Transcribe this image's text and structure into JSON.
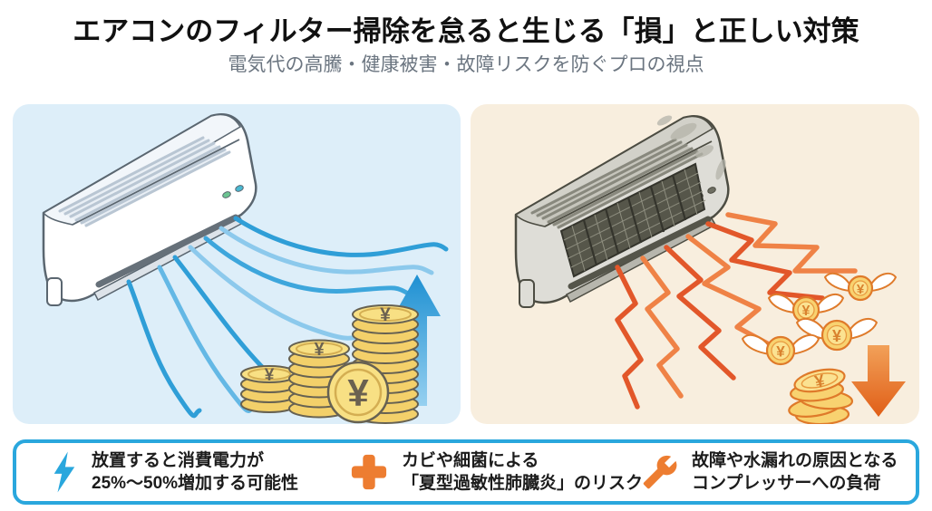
{
  "header": {
    "title": "エアコンのフィルター掃除を怠ると生じる「損」と正しい対策",
    "subtitle": "電気代の高騰・健康被害・故障リスクを防ぐプロの視点"
  },
  "coins": {
    "symbol": "¥"
  },
  "colors": {
    "accent_blue": "#2aa7dd",
    "accent_orange": "#ed7d31",
    "zigzag_red": "#e2572a",
    "left_panel_bg": "#ddeef9",
    "right_panel_bg": "#f8eede",
    "coin_gold": "#f8d270",
    "arrow_up_blue": "#1e90d2",
    "arrow_down_orange": "#e05e17"
  },
  "footer": {
    "items": [
      {
        "icon": "lightning-icon",
        "lines": [
          "放置すると消費電力が",
          "25%〜50%増加する可能性"
        ]
      },
      {
        "icon": "medical-cross-icon",
        "lines": [
          "カビや細菌による",
          "「夏型過敏性肺臓炎」のリスク"
        ]
      },
      {
        "icon": "wrench-icon",
        "lines": [
          "故障や水漏れの原因となる",
          "コンプレッサーへの負荷"
        ]
      }
    ]
  }
}
